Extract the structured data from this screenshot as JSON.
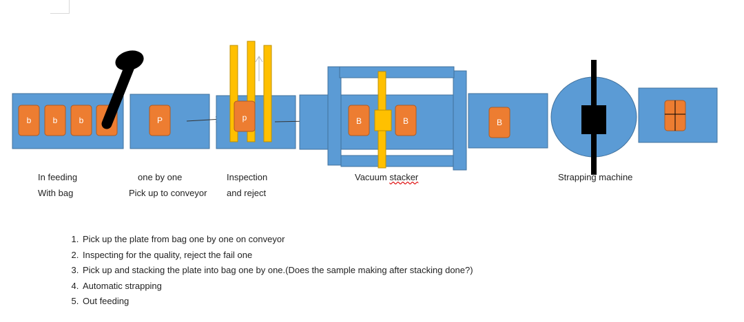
{
  "items": {
    "bag_plate": "b",
    "single_plate": "P",
    "inspect_plate": "p",
    "stack_plate": "B",
    "strap_plate": "B"
  },
  "labels": {
    "infeed_line1": "In feeding",
    "infeed_line2": "With bag",
    "pickup_line1": "one by one",
    "pickup_line2": "Pick up to conveyor",
    "inspect_line1": "Inspection",
    "inspect_line2": "and reject",
    "stacker_word1": "Vacuum",
    "stacker_word2": "stacker",
    "strapping": "Strapping machine"
  },
  "steps": [
    "Pick up the plate from bag one by one on conveyor",
    "Inspecting for the quality, reject the fail one",
    "Pick up and stacking the plate into bag one by one.(Does the sample making after stacking done?)",
    "Automatic strapping",
    "Out feeding"
  ],
  "colors": {
    "conveyor": "#5b9bd5",
    "conveyor_border": "#41719c",
    "plate": "#ed7d31",
    "plate_border": "#ae5a21",
    "rail": "#ffc000",
    "rail_border": "#bf9000",
    "machine": "#000000"
  }
}
